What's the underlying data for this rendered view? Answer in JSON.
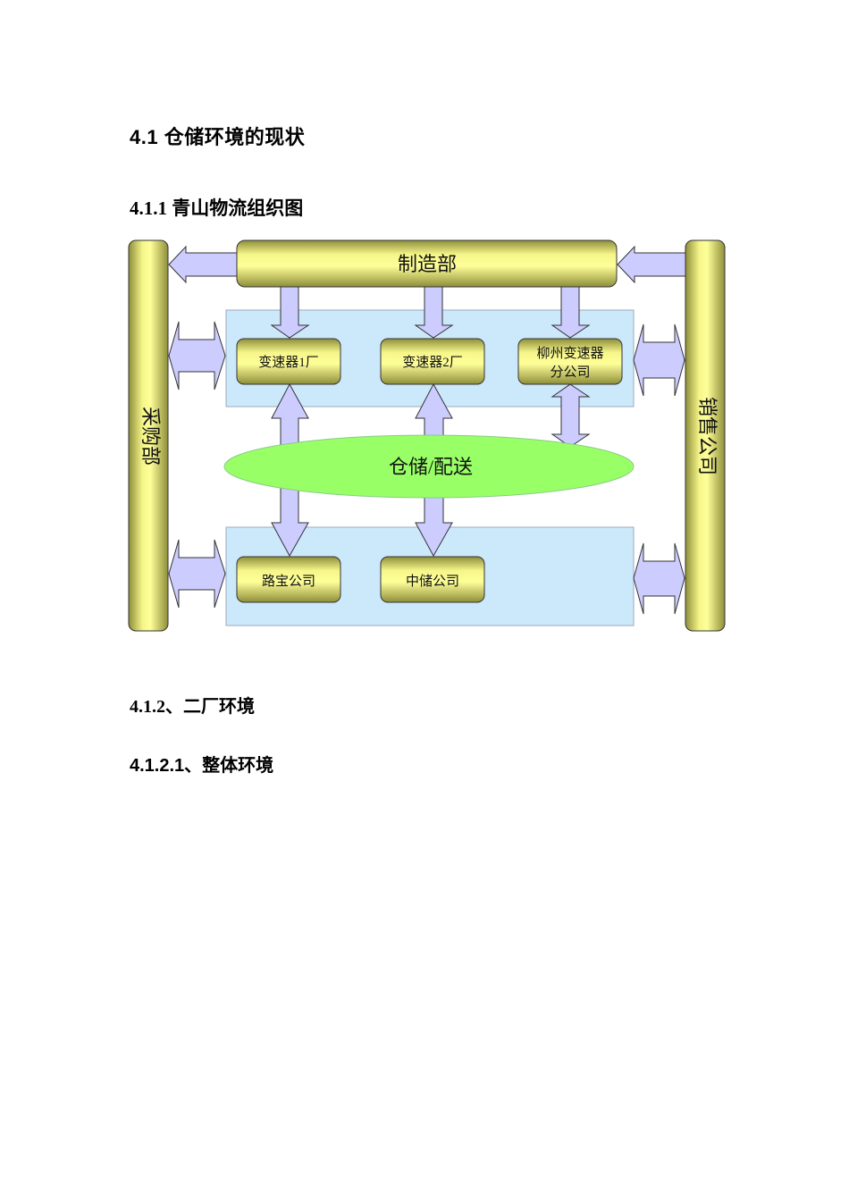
{
  "document": {
    "heading_4_1": "4.1 仓储环境的现状",
    "heading_4_1_1": "4.1.1 青山物流组织图",
    "heading_4_1_2": "4.1.2、二厂环境",
    "heading_4_1_2_1": "4.1.2.1、整体环境"
  },
  "diagram": {
    "title": "青山物流组织图",
    "colors": {
      "bar_fill": "#f5f58a",
      "bar_shade": "#8e8e3a",
      "arrow_fill": "#ccccff",
      "panel_fill": "#cce9fb",
      "ellipse_fill": "#99ff66",
      "outline": "#333333"
    },
    "nodes": {
      "manufacturing": "制造部",
      "purchasing": "采购部",
      "sales": "销售公司",
      "plant1": "变速器1厂",
      "plant2": "变速器2厂",
      "liuzhou_line1": "柳州变速器",
      "liuzhou_line2": "分公司",
      "warehouse": "仓储/配送",
      "lubao": "路宝公司",
      "zhongchu": "中储公司"
    }
  }
}
